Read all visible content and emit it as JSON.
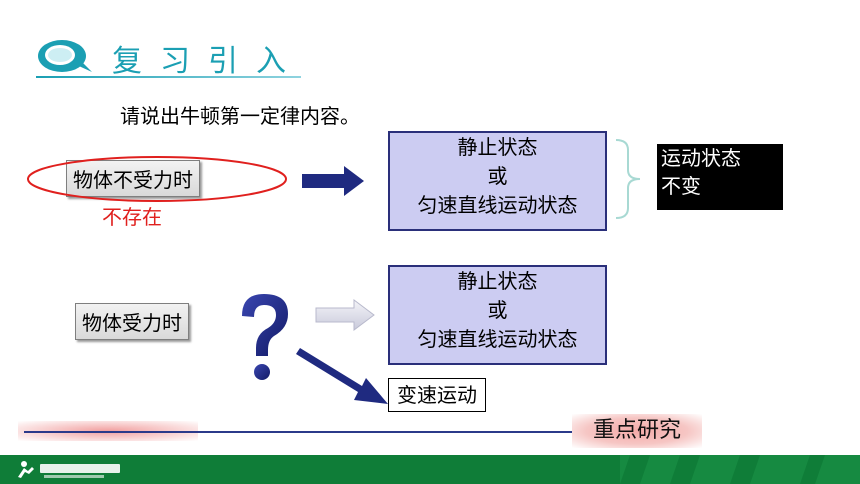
{
  "header": {
    "title": "复习引入"
  },
  "intro_text": "请说出牛顿第一定律内容。",
  "no_force": {
    "label": "物体不受力时",
    "note": "不存在",
    "state_lines": [
      "静止状态",
      "或",
      "匀速直线运动状态"
    ]
  },
  "result": {
    "lines": [
      "运动状态",
      "不变"
    ]
  },
  "with_force": {
    "label": "物体受力时",
    "question_icon": "question-mark-icon",
    "state_lines": [
      "静止状态",
      "或",
      "匀速直线运动状态"
    ],
    "variable_motion": "变速运动"
  },
  "key_research": "重点研究",
  "colors": {
    "accent": "#1b9fb3",
    "box_fill": "#ccccf2",
    "box_border": "#2a2f7a",
    "arrow": "#1f2a80",
    "highlight": "#e0201e",
    "footer": "#0f7d38"
  }
}
